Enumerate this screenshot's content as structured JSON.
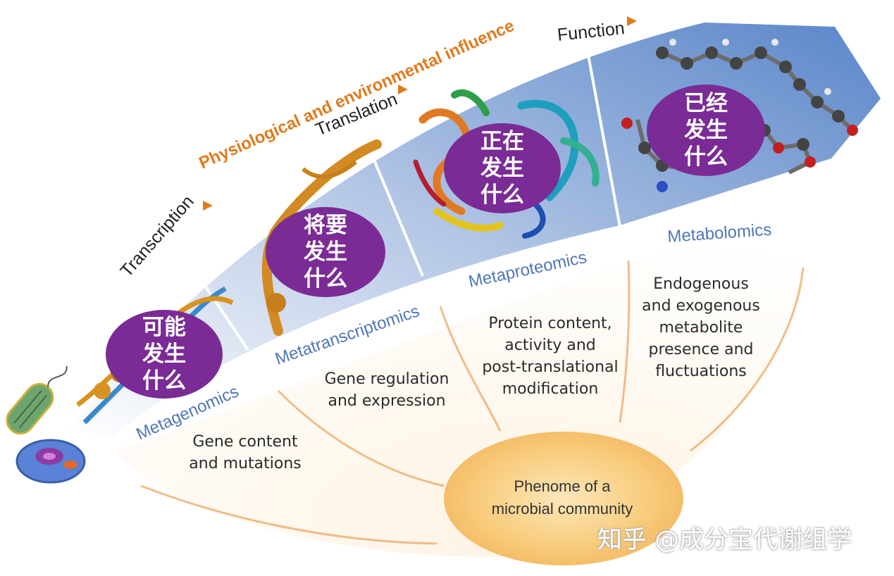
{
  "arrow": {
    "environment_label": "Physiological and environmental influence",
    "stages": [
      "Transcription",
      "Translation",
      "Function"
    ]
  },
  "omics": [
    {
      "label": "Metagenomics",
      "bubble": [
        "可能",
        "发生",
        "什么"
      ],
      "description": [
        "Gene content",
        "and mutations"
      ]
    },
    {
      "label": "Metatranscriptomics",
      "bubble": [
        "将要",
        "发生",
        "什么"
      ],
      "description": [
        "Gene regulation",
        "and expression"
      ]
    },
    {
      "label": "Metaproteomics",
      "bubble": [
        "正在",
        "发生",
        "什么"
      ],
      "description": [
        "Protein content,",
        "activity and",
        "post-translational",
        "modification"
      ]
    },
    {
      "label": "Metabolomics",
      "bubble": [
        "已经",
        "发生",
        "什么"
      ],
      "description": [
        "Endogenous",
        "and exogenous",
        "metabolite",
        "presence and",
        "fluctuations"
      ]
    }
  ],
  "center": {
    "line1": "Phenome of a",
    "line2": "microbial community"
  },
  "watermark": "知乎 @成分宝代谢组学",
  "icons": [
    "bacterium-icon",
    "eukaryotic-cell-icon",
    "dna-helix-icon",
    "rna-strand-icon",
    "protein-structure-icon",
    "metabolite-molecule-icon"
  ],
  "colors": {
    "accent_orange": "#e07b1c",
    "bubble_purple": "#7a2b95",
    "omics_blue": "#4f77b6",
    "phenome_yellow": "#f6c46c"
  }
}
